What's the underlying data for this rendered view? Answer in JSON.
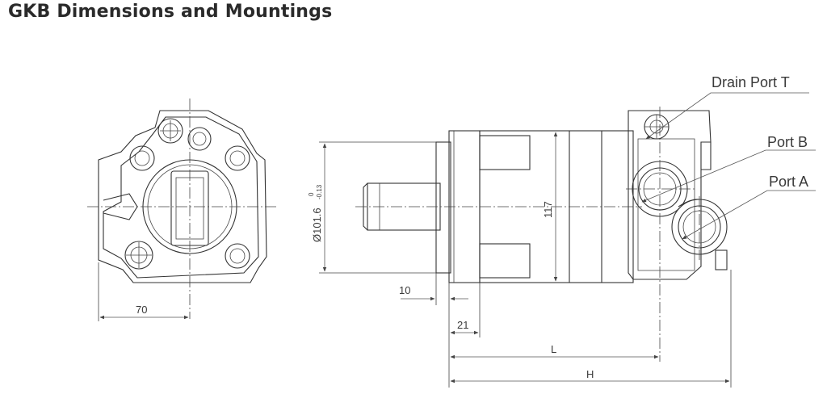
{
  "title": "GKB Dimensions and Mountings",
  "callouts": {
    "drain_port": "Drain Port  T",
    "port_b": "Port B",
    "port_a": "Port A"
  },
  "dimensions": {
    "d70": "70",
    "d10": "10",
    "d21": "21",
    "d117": "117",
    "dia_pilot": "Ø101.6",
    "tol_upper": "0",
    "tol_lower": "-0.13",
    "dL": "L",
    "dH": "H"
  }
}
